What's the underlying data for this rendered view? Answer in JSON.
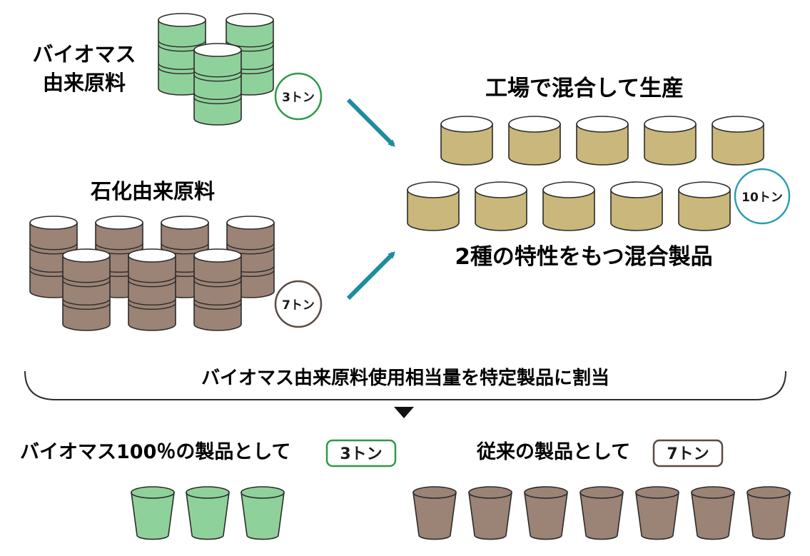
{
  "labels": {
    "bio_source": [
      "バイオマス",
      "由来原料"
    ],
    "fossil_source": "石化由来原料",
    "factory": "工場で混合して生産",
    "mixed_product": "2種の特性をもつ混合製品",
    "allocation": "バイオマス由来原料使用相当量を特定製品に割当",
    "bio_product": "バイオマス100％の製品として",
    "conventional_product": "従来の製品として"
  },
  "badges": {
    "bio_amount": "3トン",
    "fossil_amount": "7トン",
    "total_amount": "10トン"
  },
  "counts": {
    "bio_drums": 3,
    "fossil_drums": 7,
    "mixed_cans": 10,
    "bio_cups": 3,
    "conventional_cups": 7
  },
  "colors": {
    "bio_fill": "#8fd19b",
    "fossil_fill": "#9b8375",
    "mixed_fill": "#c9b77b",
    "green_accent": "#2e9a45",
    "brown_accent": "#5a4a42",
    "arrow": "#1e8b9e",
    "total_circle": "#2a9db0",
    "outline": "#2b2b2b"
  }
}
